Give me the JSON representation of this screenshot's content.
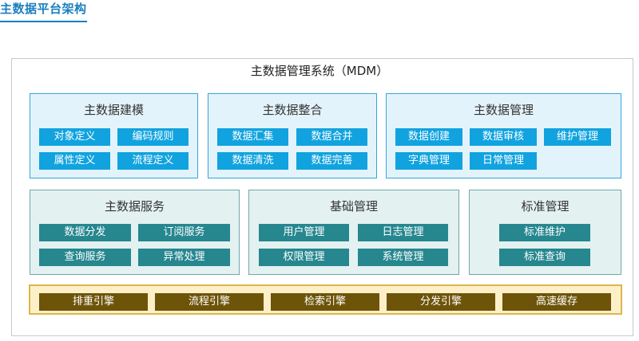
{
  "page_title": "主数据平台架构",
  "system_title": "主数据管理系统（MDM）",
  "colors": {
    "accent": "#1a7fc0",
    "blue_box": "#11a3df",
    "teal_box": "#26878f",
    "gold_box": "#6e5409",
    "engine_bg": "#fdf0c8"
  },
  "row1": [
    {
      "title": "主数据建模",
      "items": [
        "对象定义",
        "编码规则",
        "属性定义",
        "流程定义"
      ]
    },
    {
      "title": "主数据整合",
      "items": [
        "数据汇集",
        "数据合并",
        "数据清洗",
        "数据完善"
      ]
    },
    {
      "title": "主数据管理",
      "items": [
        "数据创建",
        "数据审核",
        "维护管理",
        "字典管理",
        "日常管理"
      ]
    }
  ],
  "row2": [
    {
      "title": "主数据服务",
      "items": [
        "数据分发",
        "订阅服务",
        "查询服务",
        "异常处理"
      ]
    },
    {
      "title": "基础管理",
      "items": [
        "用户管理",
        "日志管理",
        "权限管理",
        "系统管理"
      ]
    },
    {
      "title": "标准管理",
      "items": [
        "标准维护",
        "标准查询"
      ]
    }
  ],
  "engines": [
    "排重引擎",
    "流程引擎",
    "检索引擎",
    "分发引擎",
    "高速缓存"
  ]
}
